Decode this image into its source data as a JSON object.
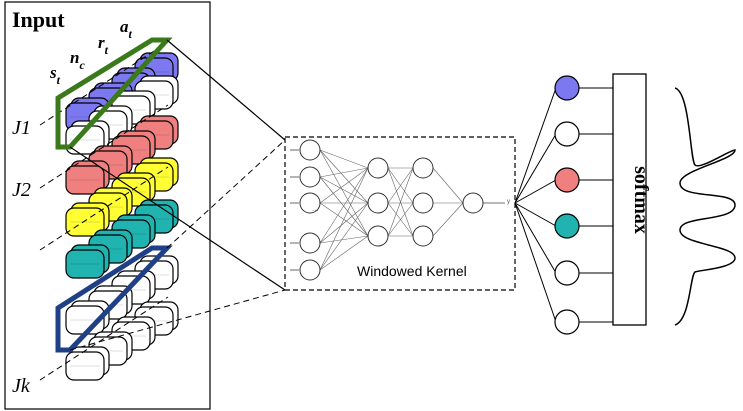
{
  "input_panel": {
    "title": "Input",
    "feature_labels": {
      "s": "s",
      "n": "n",
      "r": "r",
      "a": "a"
    },
    "feature_subscripts": {
      "s": "t",
      "n": "c",
      "r": "t",
      "a": "t"
    },
    "row_labels": {
      "j1": "J1",
      "j2": "J2",
      "jk": "Jk"
    }
  },
  "kernel": {
    "label": "Windowed Kernel",
    "ellipsis": "...",
    "output_symbol": "y"
  },
  "softmax": {
    "label": "softmax"
  },
  "colors": {
    "blue": "#7b78f0",
    "red": "#f08080",
    "yellow": "#ffff33",
    "teal": "#21b3b0",
    "green_window": "#3b7a1a",
    "blue_window": "#1f3f86",
    "ink": "#000000"
  },
  "output_node_fills": [
    "blue",
    "white",
    "red",
    "teal",
    "white",
    "white"
  ]
}
